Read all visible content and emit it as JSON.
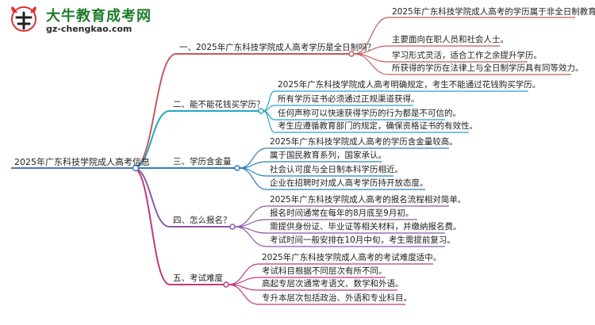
{
  "logo": {
    "icon": "bull-logo-icon",
    "title": "大牛教育成考网",
    "url": "gz-chengkao.com"
  },
  "root": {
    "label": "2025年广东科技学院成人高考信息",
    "color": "#4a76b8"
  },
  "branches": [
    {
      "label": "一、2025年广东科技学院成人高考学历是全日制吗？",
      "color": "#c25a5a",
      "items": [
        "2025年广东科技学院成人高考的学历属于非全日制教育。",
        "主要面向在职人员和社会人士。",
        "学习形式灵活，适合工作之余提升学历。",
        "所获得的学历在法律上与全日制学历具有同等效力。"
      ]
    },
    {
      "label": "二、能不能花钱买学历？",
      "color": "#28a5bf",
      "items": [
        "2025年广东科技学院成人高考明确规定，考生不能通过花钱购买学历。",
        "所有学历证书必须通过正规渠道获得。",
        "任何声称可以快速获得学历的行为都是不可信的。",
        "考生应遵循教育部门的规定，确保资格证书的有效性。"
      ]
    },
    {
      "label": "三、学历含金量",
      "color": "#2c7fb8",
      "items": [
        "2025年广东科技学院成人高考的学历含金量较高。",
        "属于国民教育系列，国家承认。",
        "社会认可度与全日制本科学历相近。",
        "企业在招聘时对成人高考学历持开放态度。"
      ]
    },
    {
      "label": "四、怎么报名？",
      "color": "#8a58a8",
      "items": [
        "2025年广东科技学院成人高考的报名流程相对简单。",
        "报名时间通常在每年的8月底至9月初。",
        "需提供身份证、毕业证等相关材料，并缴纳报名费。",
        "考试时间一般安排在10月中旬，考生需提前复习。"
      ]
    },
    {
      "label": "五、考试难度",
      "color": "#c0397e",
      "items": [
        "2025年广东科技学院成人高考的考试难度适中。",
        "考试科目根据不同层次有所不同。",
        "高起专层次通常考语文、数学和外语。",
        "专升本层次包括政治、外语和专业科目。"
      ]
    }
  ]
}
